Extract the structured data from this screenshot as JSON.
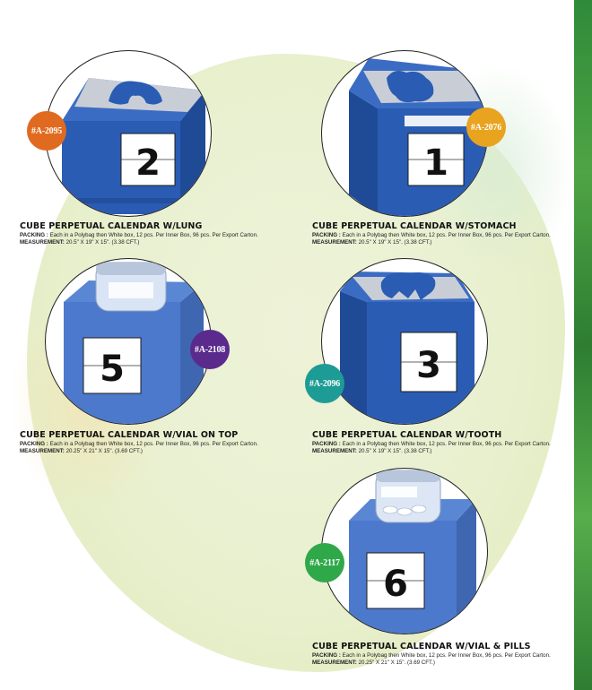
{
  "colors": {
    "cube_blue": "#2a5cb3",
    "badge_orange": "#e06a1f",
    "badge_purple": "#5a2b8c",
    "badge_teal": "#1c9c95",
    "badge_green": "#2fa84a"
  },
  "products": [
    {
      "code": "#A-2095",
      "title": "CUBE PERPETUAL CALENDAR W/LUNG",
      "packing_label": "PACKING :",
      "packing": "Each in a Polybag then White box, 12 pcs.  Per Inner Box, 96 pcs.  Per Export Carton.",
      "measurement_label": "MEASUREMENT:",
      "measurement": "20.5\" X 19\" X 15\". (3.38 CFT.)",
      "digit": "2",
      "top_icon": "lung-icon",
      "badge_color": "#e06a1f"
    },
    {
      "code": "#A-2076",
      "title": "CUBE PERPETUAL CALENDAR W/STOMACH",
      "packing_label": "PACKING :",
      "packing": "Each in a Polybag then White box, 12 pcs.  Per Inner Box, 96 pcs.  Per Export Carton.",
      "measurement_label": "MEASUREMENT:",
      "measurement": "20.5\" X 19\" X 15\". (3.38 CFT.)",
      "digit": "1",
      "top_icon": "stomach-icon",
      "badge_color": "#e8a31f"
    },
    {
      "code": "#A-2108",
      "title": "CUBE PERPETUAL CALENDAR W/VIAL ON TOP",
      "packing_label": "PACKING :",
      "packing": "Each in a Polybag then White box, 12 pcs.  Per Inner Box, 96 pcs.  Per Export Carton.",
      "measurement_label": "MEASUREMENT:",
      "measurement": "20.25\" X 21\" X 15\". (3.69 CFT.)",
      "digit": "5",
      "top_icon": "vial-icon",
      "badge_color": "#5a2b8c"
    },
    {
      "code": "#A-2096",
      "title": "CUBE PERPETUAL CALENDAR W/TOOTH",
      "packing_label": "PACKING :",
      "packing": "Each in a Polybag then White box, 12 pcs.  Per Inner Box, 96 pcs.  Per Export Carton.",
      "measurement_label": "MEASUREMENT:",
      "measurement": "20.5\" X 19\" X 15\". (3.38 CFT.)",
      "digit": "3",
      "top_icon": "tooth-icon",
      "badge_color": "#1c9c95"
    },
    {
      "code": "#A-2117",
      "title": "CUBE PERPETUAL CALENDAR W/VIAL & PILLS",
      "packing_label": "PACKING :",
      "packing": "Each in a Polybag then White box, 12 pcs.  Per Inner Box, 96 pcs.  Per Export Carton.",
      "measurement_label": "MEASUREMENT:",
      "measurement": "20.25\" X 21\" X 15\". (3.69 CFT.)",
      "digit": "6",
      "top_icon": "vial-pills-icon",
      "badge_color": "#2fa84a"
    }
  ]
}
